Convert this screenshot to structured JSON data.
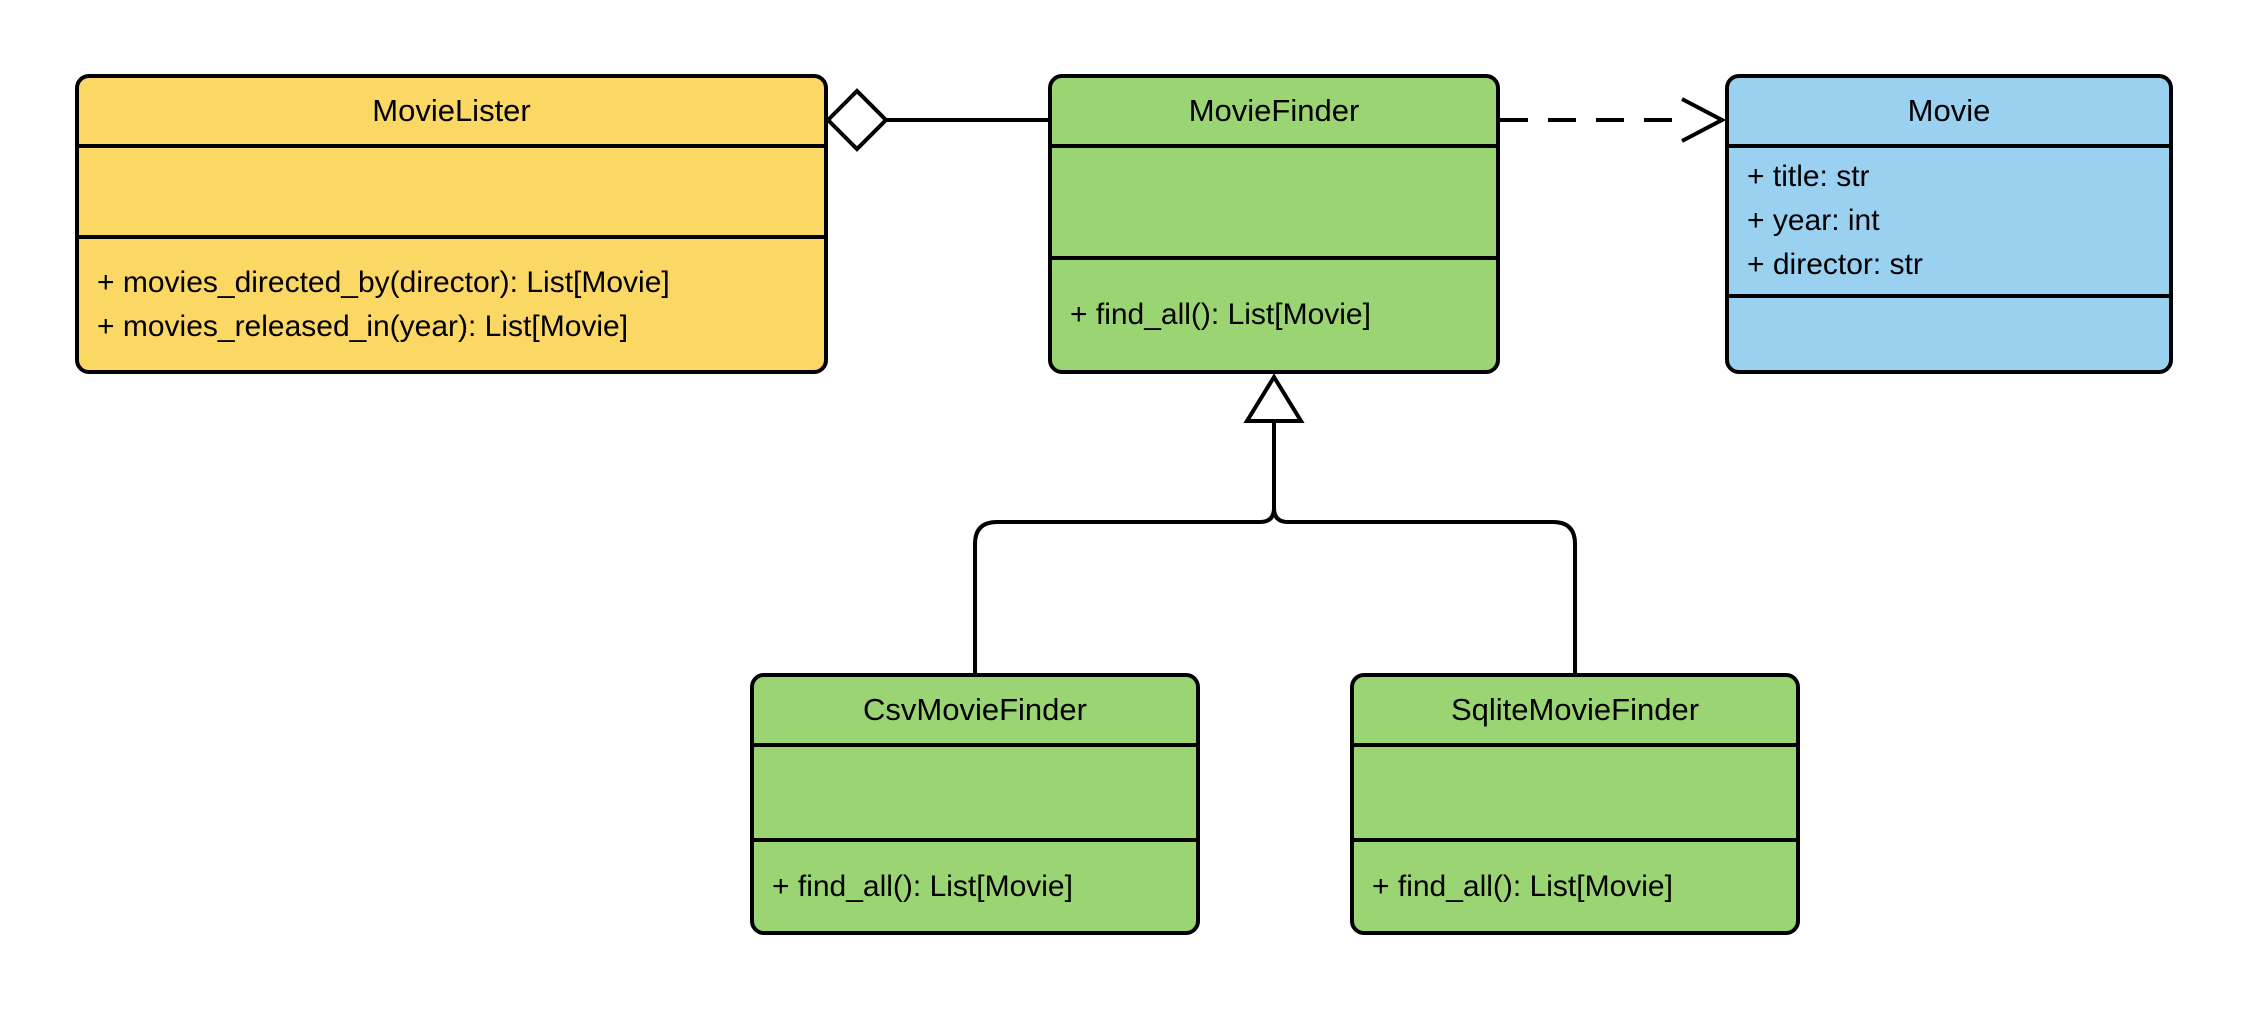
{
  "background": "#FFFFFF",
  "line_color": "#000000",
  "diagram": {
    "type": "uml-class-diagram",
    "classes": [
      {
        "name": "MovieLister",
        "fill": "#FBD763",
        "attributes": [],
        "methods": [
          "+ movies_directed_by(director): List[Movie]",
          "+ movies_released_in(year): List[Movie]"
        ]
      },
      {
        "name": "MovieFinder",
        "fill": "#9BD472",
        "attributes": [],
        "methods": [
          "+ find_all(): List[Movie]"
        ]
      },
      {
        "name": "Movie",
        "fill": "#9AD0F0",
        "attributes": [
          "+ title: str",
          "+ year: int",
          "+ director: str"
        ],
        "methods": []
      },
      {
        "name": "CsvMovieFinder",
        "fill": "#9BD472",
        "attributes": [],
        "methods": [
          "+ find_all(): List[Movie]"
        ]
      },
      {
        "name": "SqliteMovieFinder",
        "fill": "#9BD472",
        "attributes": [],
        "methods": [
          "+ find_all(): List[Movie]"
        ]
      }
    ],
    "relationships": [
      {
        "from": "MovieLister",
        "to": "MovieFinder",
        "type": "aggregation",
        "line": "solid",
        "marker": "hollow-diamond-at-source"
      },
      {
        "from": "MovieFinder",
        "to": "Movie",
        "type": "dependency",
        "line": "dashed",
        "marker": "open-arrow-at-target"
      },
      {
        "from": "CsvMovieFinder",
        "to": "MovieFinder",
        "type": "generalization",
        "line": "solid",
        "marker": "hollow-triangle-at-target"
      },
      {
        "from": "SqliteMovieFinder",
        "to": "MovieFinder",
        "type": "generalization",
        "line": "solid",
        "marker": "hollow-triangle-at-target"
      }
    ]
  }
}
